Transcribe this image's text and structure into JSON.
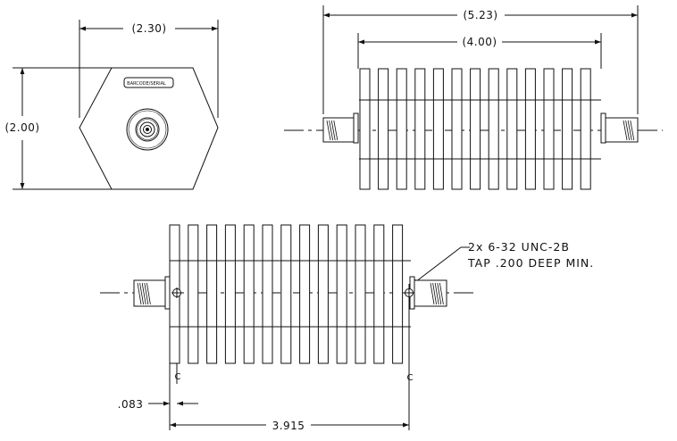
{
  "drawing": {
    "end_view": {
      "width_dim": "(2.30)",
      "height_dim": "(2.00)",
      "label": "BARCODE/SERIAL"
    },
    "side_view": {
      "overall_dim": "(5.23)",
      "body_dim": "(4.00)"
    },
    "bottom_view": {
      "note_line1": "2x  6-32  UNC-2B",
      "note_line2": "TAP  .200  DEEP  MIN.",
      "offset_dim": ".083",
      "spacing_dim": "3.915",
      "centerline_symbol": "C"
    }
  }
}
